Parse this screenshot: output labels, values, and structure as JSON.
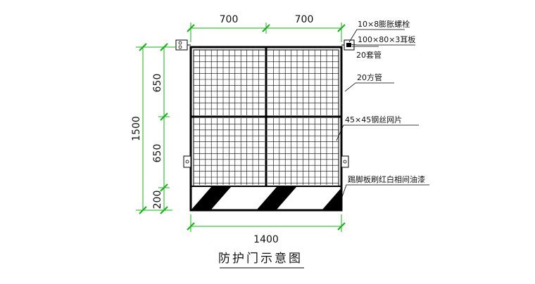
{
  "dimensions": {
    "top_left": "700",
    "top_right": "700",
    "bottom": "1400",
    "left_total": "1500",
    "left_upper": "650",
    "left_middle": "650",
    "left_lower": "200"
  },
  "callouts": {
    "expansion_bolt": "10×8膨胀螺栓",
    "ear_plate": "100×80×3耳板",
    "sleeve": "20套管",
    "square_tube": "20方管",
    "mesh": "45×45钢丝网片",
    "kick_plate": "踢脚板刷红白相间油漆"
  },
  "title": "防护门示意图",
  "colors": {
    "dimension_lines": "#12b312",
    "drawing": "#000000"
  }
}
